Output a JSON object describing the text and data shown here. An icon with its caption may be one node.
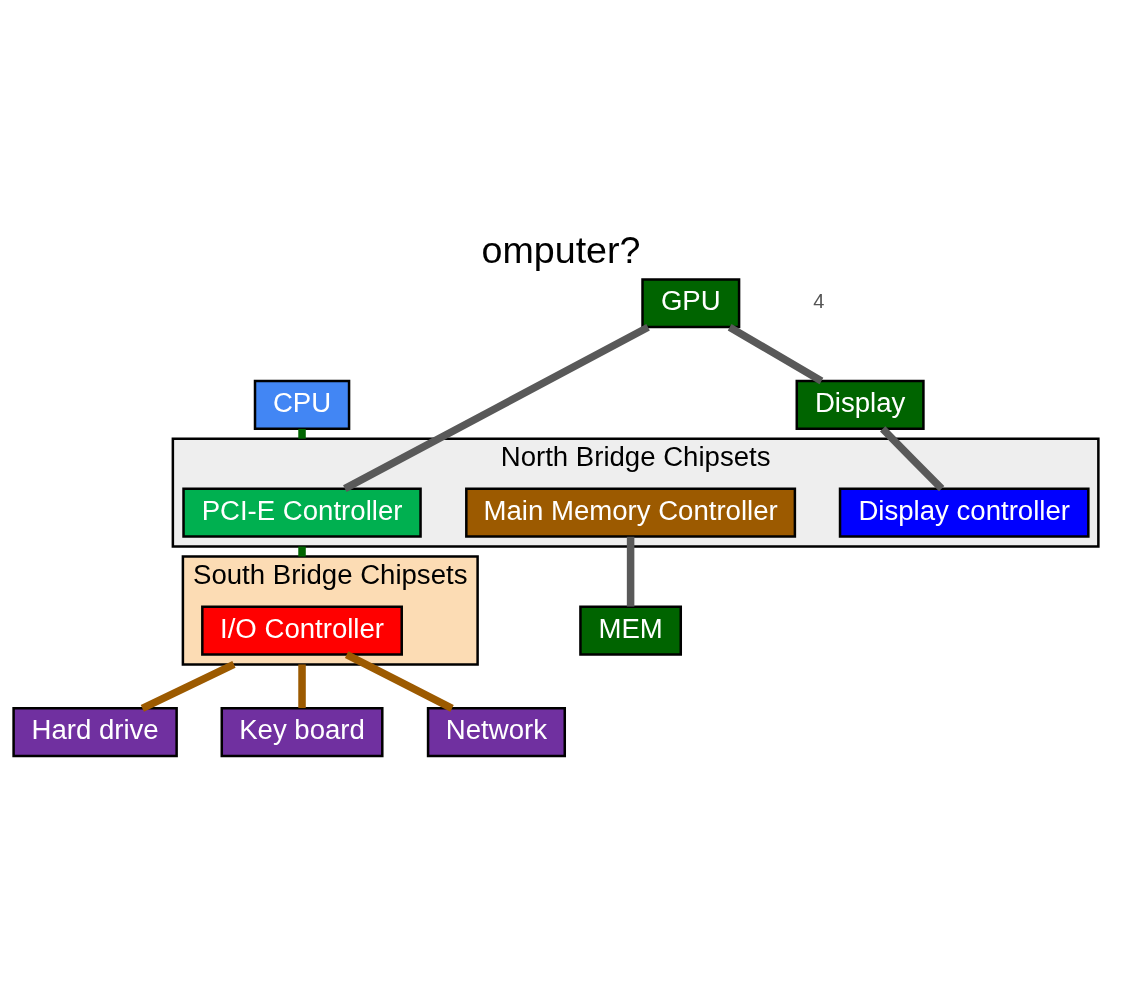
{
  "diagram": {
    "title": "omputer?",
    "nodes": [
      {
        "text": [
          "CPU"
        ]
      },
      {
        "text": [
          "North Bridge Chipsets"
        ]
      },
      {
        "text": [
          "PCI-E Controller"
        ],
        "in": 1
      },
      {
        "text": [
          "Main Memory Controller"
        ],
        "in": 1
      },
      {
        "text": [
          "Display controller"
        ],
        "in": 1
      },
      {
        "text": [
          "GPU"
        ]
      },
      {
        "text": [
          "Display"
        ]
      },
      {
        "text": [
          "MEM"
        ]
      },
      {
        "text": [
          "South Bridge Chipsets"
        ]
      },
      {
        "text": [
          "I/O Controller"
        ],
        "in": 8
      },
      {
        "text": [
          "Hard drive"
        ]
      },
      {
        "text": [
          "Key board"
        ]
      },
      {
        "text": [
          "Network"
        ]
      }
    ],
    "edges": [
      {
        "from": 0,
        "to": 1,
        "arrow": "none",
        "color": "#006400"
      },
      {
        "from": 5,
        "to": 2,
        "arrow": "none"
      },
      {
        "from": 5,
        "to": 6,
        "arrow": "none"
      },
      {
        "from": 6,
        "to": 4,
        "arrow": "none"
      },
      {
        "from": 3,
        "to": 7,
        "arrow": "none"
      },
      {
        "from": 1,
        "to": 8,
        "arrow": "none",
        "color": "#006400"
      },
      {
        "from": 8,
        "to": 10,
        "arrow": "none",
        "color": "#9c5a00"
      },
      {
        "from": 8,
        "to": 11,
        "arrow": "none",
        "color": "#9c5a00"
      },
      {
        "from": 9,
        "to": 12,
        "arrow": "none",
        "color": "#9c5a00"
      }
    ],
    "labels": [
      "4"
    ]
  }
}
